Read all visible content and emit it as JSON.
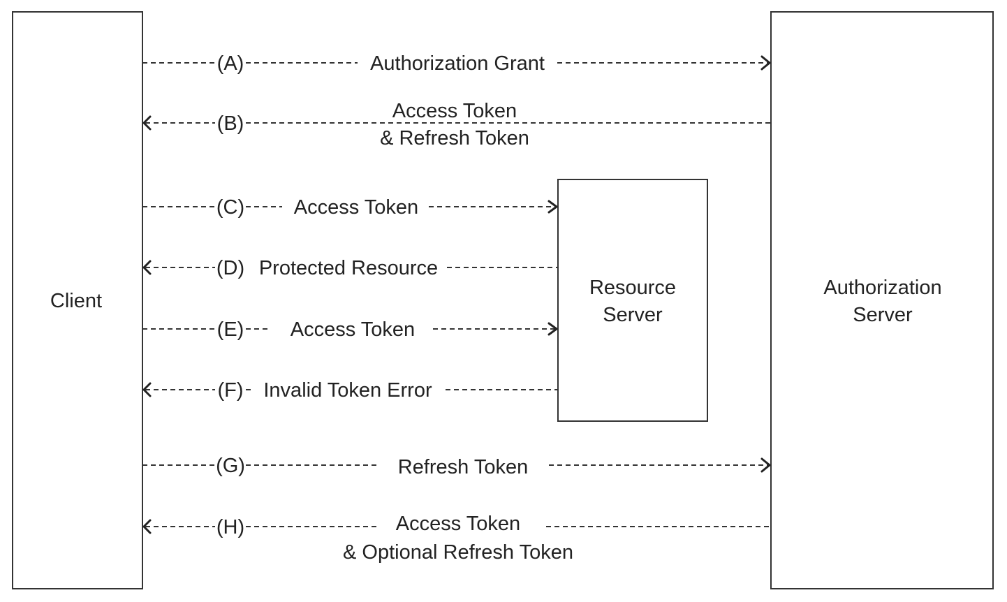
{
  "nodes": {
    "client": {
      "label": "Client"
    },
    "resource_server": {
      "line1": "Resource",
      "line2": "Server"
    },
    "authorization_server": {
      "line1": "Authorization",
      "line2": "Server"
    }
  },
  "flows": [
    {
      "id": "A",
      "marker": "(A)",
      "line1": "Authorization Grant",
      "line2": "",
      "from": "client",
      "to": "authorization_server"
    },
    {
      "id": "B",
      "marker": "(B)",
      "line1": "Access Token",
      "line2": "& Refresh Token",
      "from": "authorization_server",
      "to": "client"
    },
    {
      "id": "C",
      "marker": "(C)",
      "line1": "Access Token",
      "line2": "",
      "from": "client",
      "to": "resource_server"
    },
    {
      "id": "D",
      "marker": "(D)",
      "line1": "Protected Resource",
      "line2": "",
      "from": "resource_server",
      "to": "client"
    },
    {
      "id": "E",
      "marker": "(E)",
      "line1": "Access Token",
      "line2": "",
      "from": "client",
      "to": "resource_server"
    },
    {
      "id": "F",
      "marker": "(F)",
      "line1": "Invalid Token Error",
      "line2": "",
      "from": "resource_server",
      "to": "client"
    },
    {
      "id": "G",
      "marker": "(G)",
      "line1": "Refresh Token",
      "line2": "",
      "from": "client",
      "to": "authorization_server"
    },
    {
      "id": "H",
      "marker": "(H)",
      "line1": "Access Token",
      "line2": "& Optional Refresh Token",
      "from": "authorization_server",
      "to": "client"
    }
  ]
}
